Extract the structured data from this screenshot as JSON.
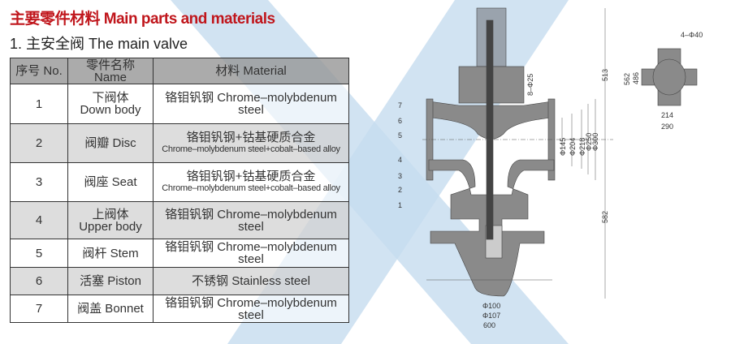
{
  "title": "主要零件材料 Main parts and materials",
  "subtitle": "1. 主安全阀 The main valve",
  "table": {
    "headers": [
      "序号 No.",
      "零件名称 Name",
      "材料 Material"
    ],
    "rows": [
      {
        "no": "1",
        "name_cn": "下阀体",
        "name_en": "Down body",
        "material": "铬钼钒钢 Chrome–molybdenum steel",
        "material_en": ""
      },
      {
        "no": "2",
        "name_cn": "阀瓣 Disc",
        "name_en": "",
        "material": "铬钼钒钢+钴基硬质合金",
        "material_en": "Chrome–molybdenum steel+cobalt–based alloy"
      },
      {
        "no": "3",
        "name_cn": "阀座 Seat",
        "name_en": "",
        "material": "铬钼钒钢+钴基硬质合金",
        "material_en": "Chrome–molybdenum steel+cobalt–based alloy"
      },
      {
        "no": "4",
        "name_cn": "上阀体",
        "name_en": "Upper body",
        "material": "铬钼钒钢 Chrome–molybdenum steel",
        "material_en": ""
      },
      {
        "no": "5",
        "name_cn": "阀杆 Stem",
        "name_en": "",
        "material": "铬钼钒钢 Chrome–molybdenum steel",
        "material_en": ""
      },
      {
        "no": "6",
        "name_cn": "活塞 Piston",
        "name_en": "",
        "material": "不锈钢 Stainless steel",
        "material_en": ""
      },
      {
        "no": "7",
        "name_cn": "阀盖 Bonnet",
        "name_en": "",
        "material": "铬钼钒钢 Chrome–molybdenum steel",
        "material_en": ""
      }
    ]
  },
  "drawing": {
    "part_labels": [
      "7",
      "6",
      "5",
      "4",
      "3",
      "2",
      "1"
    ],
    "dims": {
      "bolts": "8–Φ25",
      "d145": "Φ145",
      "d204": "Φ204",
      "d218": "Φ218",
      "d250": "Φ250",
      "d300": "Φ300",
      "h513": "513",
      "h582": "582",
      "d100": "Φ100",
      "d107": "Φ107",
      "w600": "600"
    },
    "plan": {
      "holes": "4–Φ40",
      "h562": "562",
      "h486": "486",
      "w214": "214",
      "w290": "290"
    }
  },
  "colors": {
    "title": "#c0161c",
    "body": "#8a8a8a",
    "watermark": "#c6dcef"
  }
}
